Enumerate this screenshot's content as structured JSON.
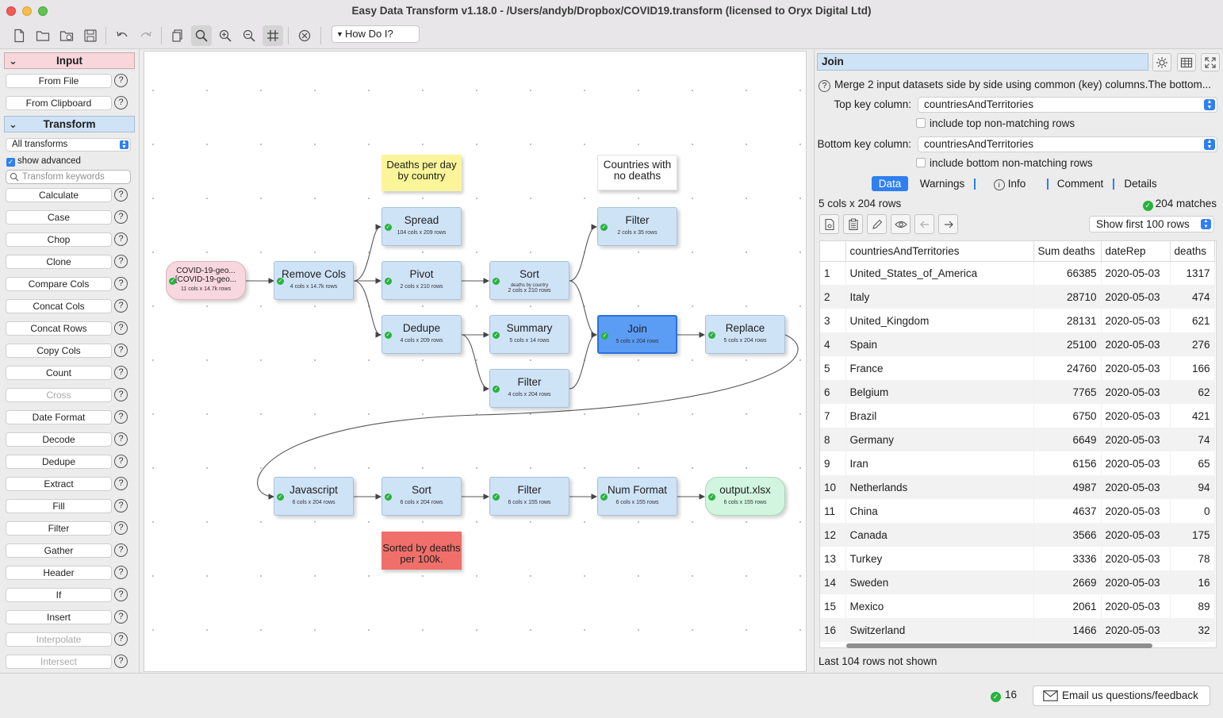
{
  "window": {
    "title": "Easy Data Transform v1.18.0 - /Users/andyb/Dropbox/COVID19.transform (licensed to Oryx Digital Ltd)"
  },
  "toolbar": {
    "how_do_i": "How Do I?"
  },
  "left_panel": {
    "input_header": "Input",
    "input_items": [
      {
        "label": "From File",
        "enabled": true
      },
      {
        "label": "From Clipboard",
        "enabled": true
      }
    ],
    "transform_header": "Transform",
    "filter_combo": "All transforms",
    "show_advanced": "show advanced",
    "search_placeholder": "Transform keywords",
    "transform_items": [
      {
        "label": "Calculate",
        "enabled": true
      },
      {
        "label": "Case",
        "enabled": true
      },
      {
        "label": "Chop",
        "enabled": true
      },
      {
        "label": "Clone",
        "enabled": true
      },
      {
        "label": "Compare Cols",
        "enabled": true
      },
      {
        "label": "Concat Cols",
        "enabled": true
      },
      {
        "label": "Concat Rows",
        "enabled": true
      },
      {
        "label": "Copy Cols",
        "enabled": true
      },
      {
        "label": "Count",
        "enabled": true
      },
      {
        "label": "Cross",
        "enabled": false
      },
      {
        "label": "Date Format",
        "enabled": true
      },
      {
        "label": "Decode",
        "enabled": true
      },
      {
        "label": "Dedupe",
        "enabled": true
      },
      {
        "label": "Extract",
        "enabled": true
      },
      {
        "label": "Fill",
        "enabled": true
      },
      {
        "label": "Filter",
        "enabled": true
      },
      {
        "label": "Gather",
        "enabled": true
      },
      {
        "label": "Header",
        "enabled": true
      },
      {
        "label": "If",
        "enabled": true
      },
      {
        "label": "Insert",
        "enabled": true
      },
      {
        "label": "Interpolate",
        "enabled": false
      },
      {
        "label": "Intersect",
        "enabled": false
      }
    ]
  },
  "canvas": {
    "nodes": {
      "input": {
        "title1": "COVID-19-geo...",
        "title2": "[COVID-19-geo...",
        "sub": "11 cols x 14.7k rows"
      },
      "remove_cols": {
        "title": "Remove Cols",
        "sub": "4 cols x 14.7k rows"
      },
      "spread": {
        "title": "Spread",
        "sub": "104 cols x 209 rows"
      },
      "pivot": {
        "title": "Pivot",
        "sub": "2 cols x 210 rows"
      },
      "dedupe": {
        "title": "Dedupe",
        "sub": "4 cols x 209 rows"
      },
      "sort1": {
        "title": "Sort",
        "sub_a": "deaths by country",
        "sub_b": "2 cols x 210 rows"
      },
      "summary": {
        "title": "Summary",
        "sub": "5 cols x 14 rows"
      },
      "filter_mid": {
        "title": "Filter",
        "sub": "4 cols x 204 rows"
      },
      "filter_top": {
        "title": "Filter",
        "sub": "2 cols x 35 rows"
      },
      "join": {
        "title": "Join",
        "sub": "5 cols x 204 rows"
      },
      "replace": {
        "title": "Replace",
        "sub": "5 cols x 204 rows"
      },
      "javascript": {
        "title": "Javascript",
        "sub": "6 cols x 204 rows"
      },
      "sort2": {
        "title": "Sort",
        "sub": "6 cols x 204 rows"
      },
      "filter_bot": {
        "title": "Filter",
        "sub": "6 cols x 155 rows"
      },
      "num_format": {
        "title": "Num Format",
        "sub": "6 cols x 155 rows"
      },
      "output": {
        "title": "output.xlsx",
        "sub": "6 cols x 155 rows"
      }
    },
    "notes": {
      "deaths_per_day": "Deaths per day by country",
      "no_deaths": "Countries with no deaths",
      "sorted_by": "Sorted by deaths per 100k."
    }
  },
  "right_panel": {
    "title": "Join",
    "description": "Merge 2 input datasets side by side using common (key) columns.The bottom...",
    "top_key_label": "Top key column:",
    "top_key_value": "countriesAndTerritories",
    "include_top": "include top non-matching rows",
    "bottom_key_label": "Bottom key column:",
    "bottom_key_value": "countriesAndTerritories",
    "include_bottom": "include bottom non-matching rows",
    "tabs": [
      "Data",
      "Warnings",
      "Info",
      "Comment",
      "Details"
    ],
    "dims": "5 cols x 204 rows",
    "matches": "204 matches",
    "show_first": "Show first 100 rows",
    "columns": [
      "countriesAndTerritories",
      "Sum deaths",
      "dateRep",
      "deaths"
    ],
    "rows": [
      [
        "1",
        "United_States_of_America",
        "66385",
        "2020-05-03",
        "1317"
      ],
      [
        "2",
        "Italy",
        "28710",
        "2020-05-03",
        "474"
      ],
      [
        "3",
        "United_Kingdom",
        "28131",
        "2020-05-03",
        "621"
      ],
      [
        "4",
        "Spain",
        "25100",
        "2020-05-03",
        "276"
      ],
      [
        "5",
        "France",
        "24760",
        "2020-05-03",
        "166"
      ],
      [
        "6",
        "Belgium",
        "7765",
        "2020-05-03",
        "62"
      ],
      [
        "7",
        "Brazil",
        "6750",
        "2020-05-03",
        "421"
      ],
      [
        "8",
        "Germany",
        "6649",
        "2020-05-03",
        "74"
      ],
      [
        "9",
        "Iran",
        "6156",
        "2020-05-03",
        "65"
      ],
      [
        "10",
        "Netherlands",
        "4987",
        "2020-05-03",
        "94"
      ],
      [
        "11",
        "China",
        "4637",
        "2020-05-03",
        "0"
      ],
      [
        "12",
        "Canada",
        "3566",
        "2020-05-03",
        "175"
      ],
      [
        "13",
        "Turkey",
        "3336",
        "2020-05-03",
        "78"
      ],
      [
        "14",
        "Sweden",
        "2669",
        "2020-05-03",
        "16"
      ],
      [
        "15",
        "Mexico",
        "2061",
        "2020-05-03",
        "89"
      ],
      [
        "16",
        "Switzerland",
        "1466",
        "2020-05-03",
        "32"
      ]
    ],
    "footer": "Last 104 rows not shown"
  },
  "status": {
    "count": "16",
    "email": "Email us questions/feedback"
  }
}
